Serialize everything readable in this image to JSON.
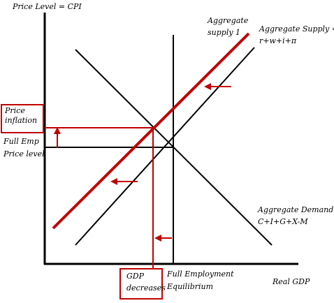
{
  "axes": {
    "y_title": "Price Level = CPI",
    "x_title": "Real GDP"
  },
  "curves": {
    "as1_label_line1": "Aggregate",
    "as1_label_line2": "supply 1",
    "as_label_line1": "Aggregate Supply =",
    "as_label_line2": "r+w+i+π",
    "ad_label_line1": "Aggregate Demand =",
    "ad_label_line2": "C+I+G+X-M"
  },
  "markers": {
    "price_inflation_line1": "Price",
    "price_inflation_line2": "inflation",
    "full_emp_price_line1": "Full Emp",
    "full_emp_price_line2": "Price level",
    "gdp_decreases_line1": "GDP",
    "gdp_decreases_line2": "decreases",
    "full_employment_line1": "Full Employment",
    "full_employment_line2": "Equilibrium"
  },
  "colors": {
    "shift_red": "#c00000",
    "line_black": "#000000"
  }
}
